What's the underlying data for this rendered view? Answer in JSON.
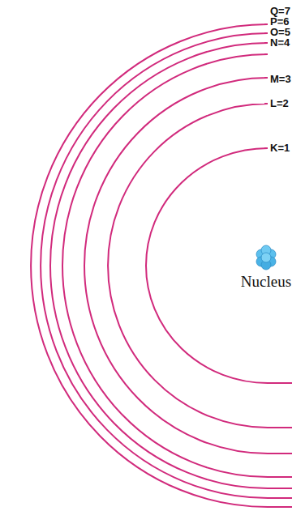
{
  "diagram": {
    "labels": [
      "Q=7",
      "P=6",
      "O=5",
      "N=4",
      "M=3",
      "L=2",
      "K=1",
      "Nucleus"
    ]
  }
}
